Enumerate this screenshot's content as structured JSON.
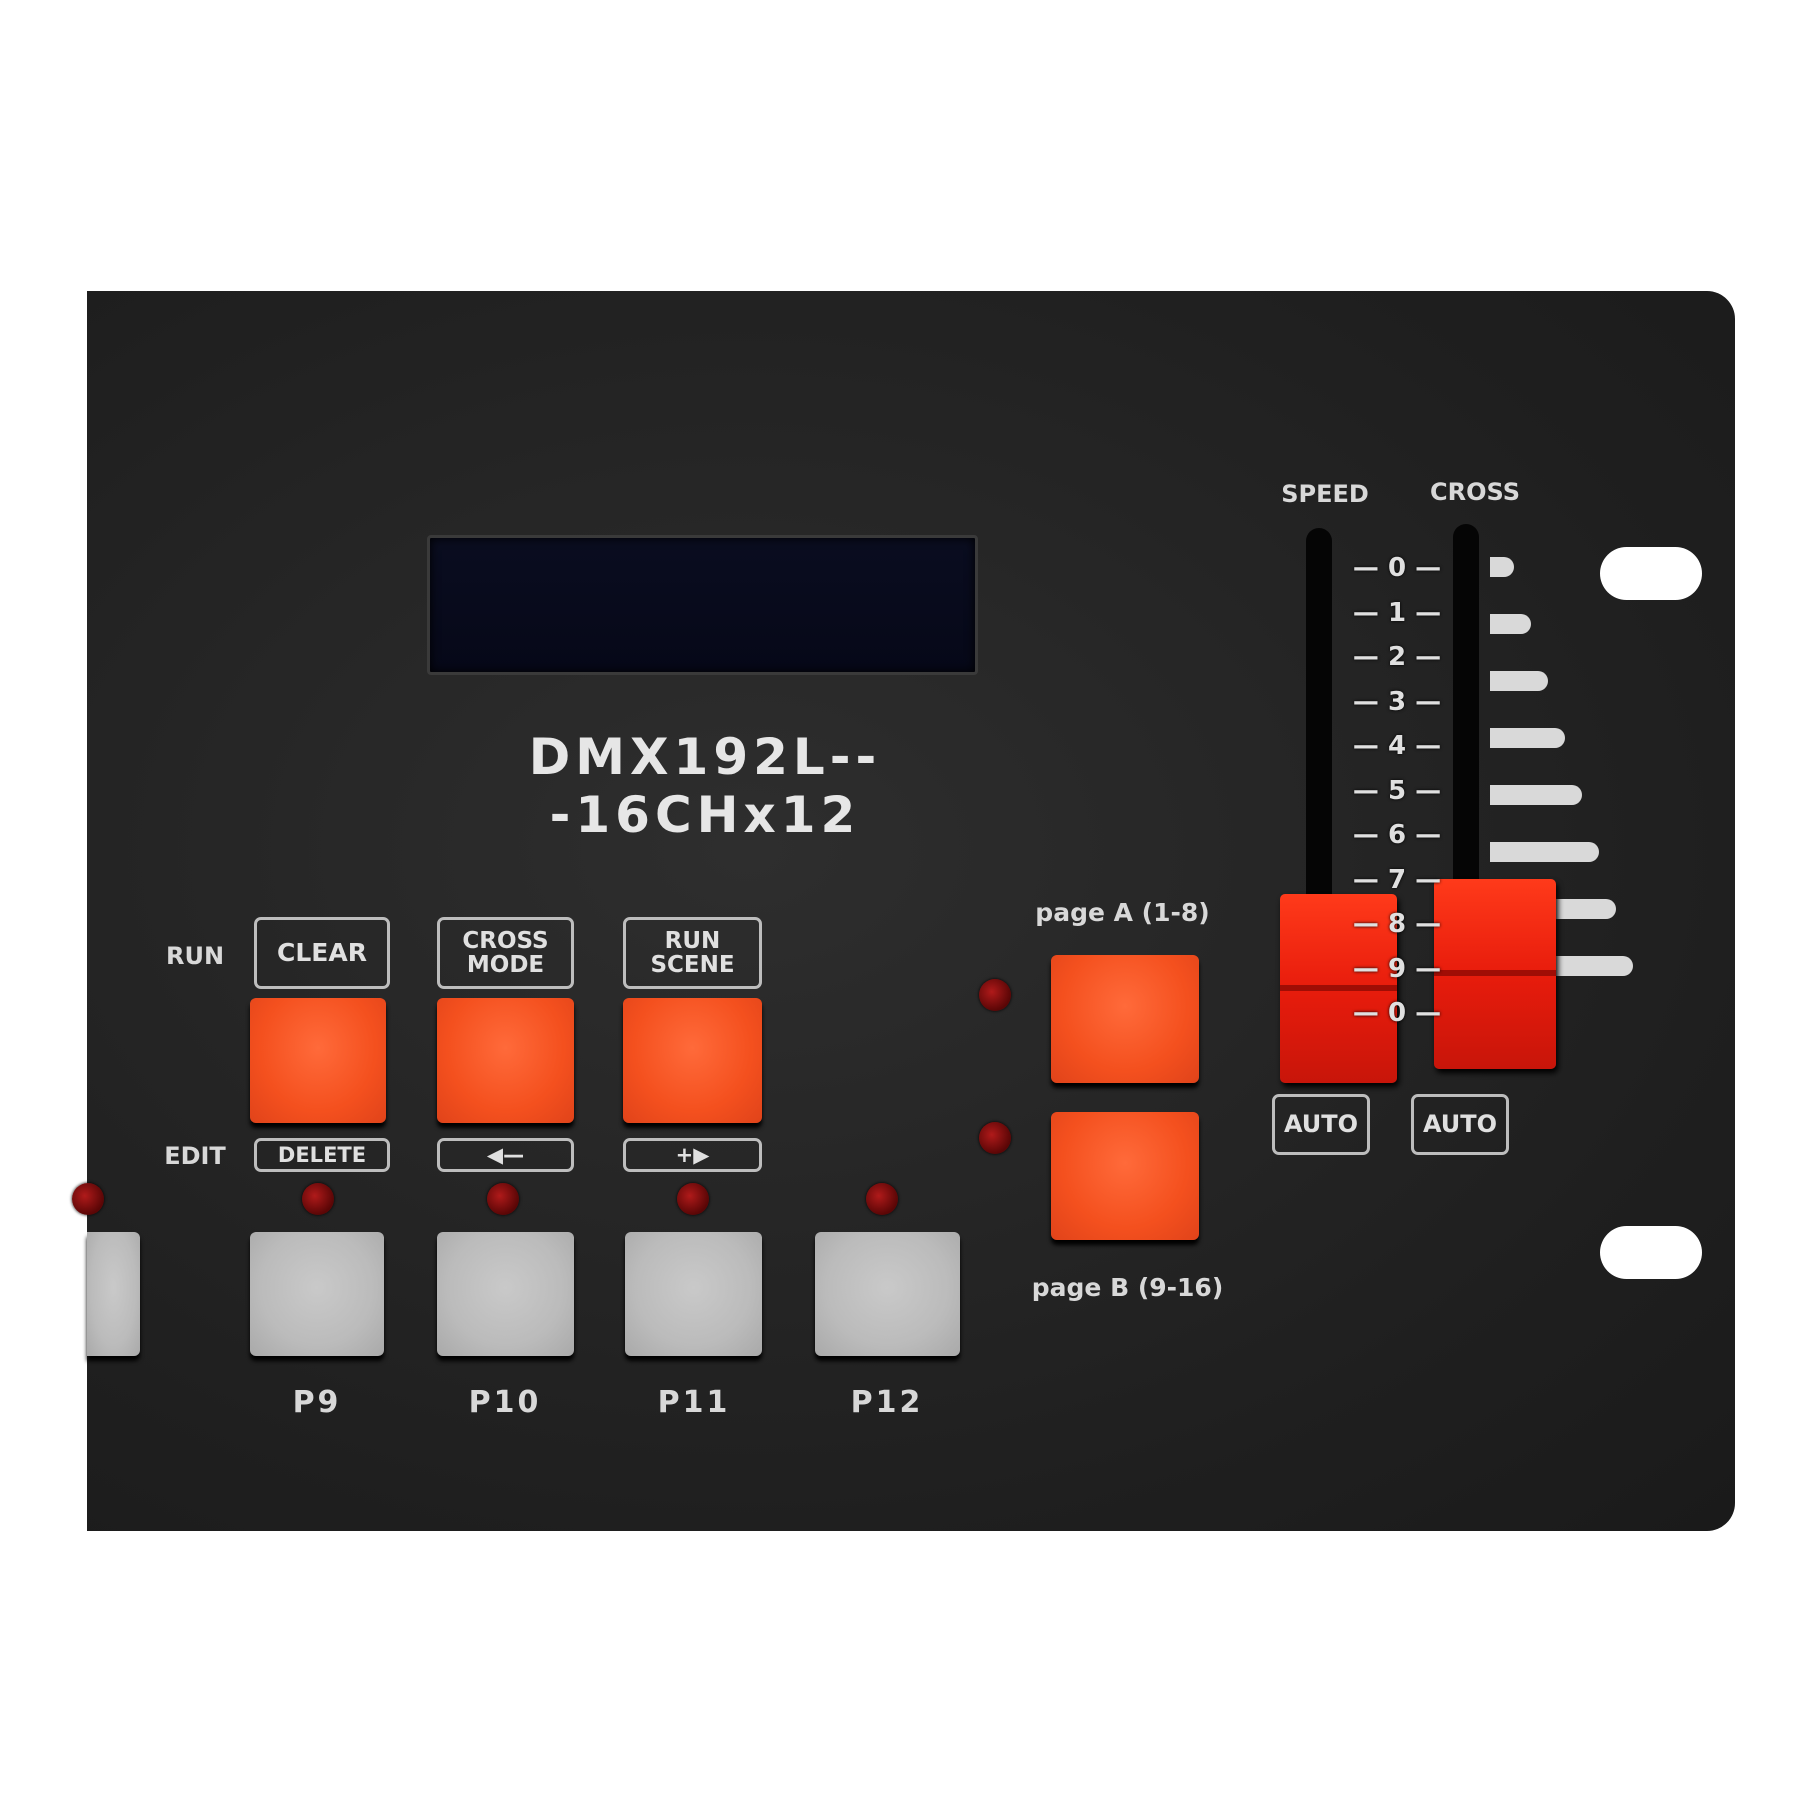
{
  "model_label": "DMX192L---16CHx12",
  "row_labels": {
    "run": "RUN",
    "edit": "EDIT"
  },
  "function_buttons": [
    {
      "run_label": "CLEAR",
      "edit_label": "DELETE"
    },
    {
      "run_label": "CROSS MODE",
      "edit_label": "◀—"
    },
    {
      "run_label": "RUN SCENE",
      "edit_label": "+▶"
    }
  ],
  "program_buttons": [
    "P9",
    "P10",
    "P11",
    "P12"
  ],
  "page_buttons": {
    "page_a": "page A (1-8)",
    "page_b": "page B (9-16)"
  },
  "faders": {
    "speed": {
      "label": "SPEED",
      "auto_label": "AUTO"
    },
    "cross": {
      "label": "CROSS",
      "auto_label": "AUTO"
    },
    "scale": [
      "0",
      "1",
      "2",
      "3",
      "4",
      "5",
      "6",
      "7",
      "8",
      "9",
      "0"
    ]
  },
  "colors": {
    "panel": "#262626",
    "orange_button": "#f4501e",
    "gray_button": "#bbbbbb",
    "fader_knob": "#e81c0c",
    "led": "#8a0c0c"
  }
}
